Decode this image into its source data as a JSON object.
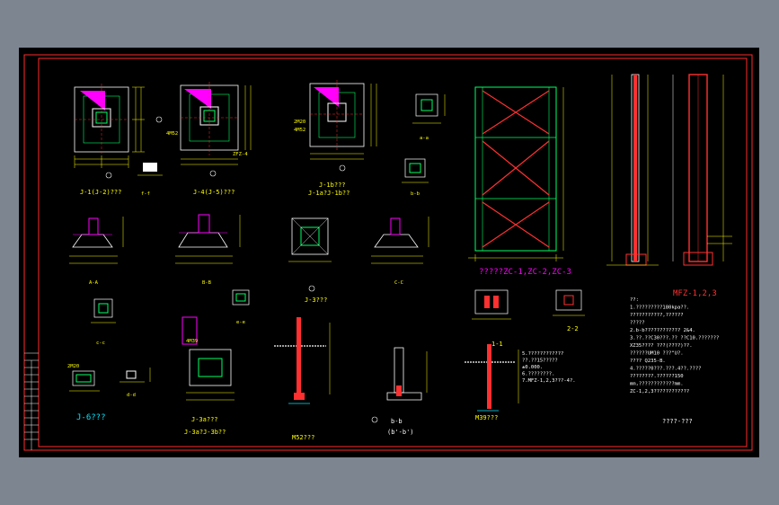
{
  "colors": {
    "background": "#7d8591",
    "sheet": "#000000",
    "frame": "#ff2a2a",
    "dimension": "#ffff00",
    "outline": "#ffffff",
    "grid": "#00ff66",
    "anchor": "#00e5ff",
    "highlight": "#ff00ff",
    "rebar": "#ff3030"
  },
  "labels": {
    "j1": "J-1(J-2)???",
    "j4": "J-4(J-5)???",
    "j1b": "J-1b???",
    "j1a": "J-1a?J-1b??",
    "j6": "J-6???",
    "j3": "J-3???",
    "j3a": "J-3a???",
    "j3ab": "J-3a?J-3b??",
    "a_a": "A-A",
    "b_b": "B-B",
    "c_c": "C-C",
    "b_b2": "b-b",
    "b_b3": "(b'-b')",
    "m52": "M52???",
    "m39": "M39???",
    "frame": "?????ZC-1,ZC-2,ZC-3",
    "mfz": "MFZ-1,2,3",
    "sec_1_1": "1-1",
    "sec_2_2": "2-2",
    "a_a_small": "a-a",
    "b_b_small": "b-b",
    "f_f": "f-f",
    "c_c_small": "c-c",
    "e_e": "e-e",
    "d_d": "d-d",
    "tag_4m52": "4M52",
    "tag_2m20": "2M20",
    "tag_4m39": "4M39",
    "tag_2m30": "2M20",
    "tag_zfz": "ZFZ-4",
    "title_block": "????-???"
  },
  "notes": [
    "??:",
    "1.?????????180kpa??.",
    "  ???????????,??????",
    "  ?????",
    "2.b-b????????????   2&4.",
    "3.??.??C30???.?? ??C10.???????",
    "  XZ35???? ???(????)??.",
    "  ??????UM10 ???\"U?.",
    "  ???? Q235-B.",
    "4.?????0???.???.4??.????",
    "  ????????.??????150",
    "  mm,????????????mm.",
    "  ZC-1,2,3????????????"
  ],
  "notes2": [
    "5.????????????",
    "  ??.??15?????",
    "  ±0.000.",
    "6.????????.",
    "7.MFZ-1,2,3???-4?."
  ]
}
